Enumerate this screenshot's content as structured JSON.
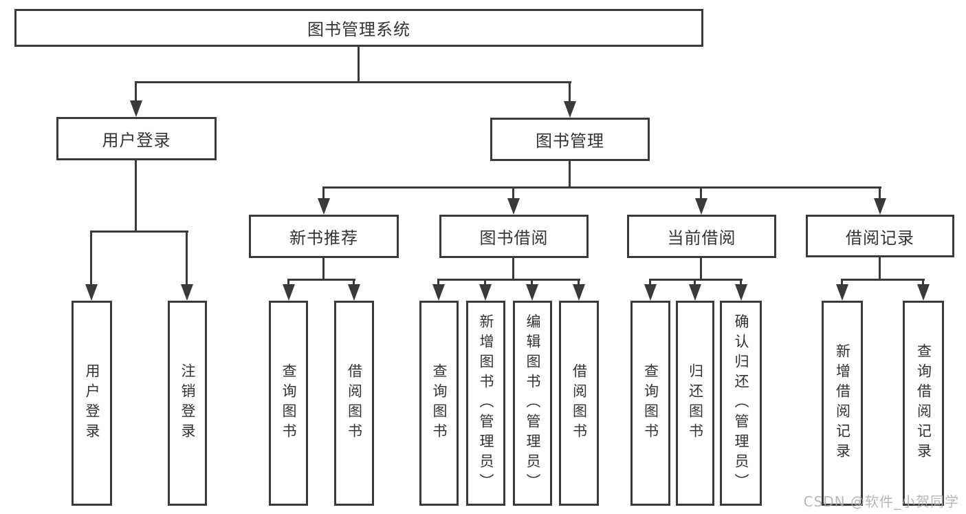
{
  "diagram": {
    "root": "图书管理系统",
    "level2": {
      "user_login": "用户登录",
      "book_mgmt": "图书管理"
    },
    "level3": {
      "new_book_rec": "新书推荐",
      "book_borrow": "图书借阅",
      "current_borrow": "当前借阅",
      "borrow_record": "借阅记录"
    },
    "leaves": {
      "user_login": "用户登录",
      "logout": "注销登录",
      "nbr_query": "查询图书",
      "nbr_borrow": "借阅图书",
      "bb_query": "查询图书",
      "bb_add": "新增图书（管理员）",
      "bb_edit": "编辑图书（管理员）",
      "bb_borrow": "借阅图书",
      "cb_query": "查询图书",
      "cb_return": "归还图书",
      "cb_confirm": "确认归还（管理员）",
      "br_add": "新增借阅记录",
      "br_query": "查询借阅记录"
    }
  },
  "watermark": "CSDN @软件_小贺同学",
  "colors": {
    "line": "#3a3a3a",
    "text": "#333333",
    "watermark": "#ababab"
  }
}
